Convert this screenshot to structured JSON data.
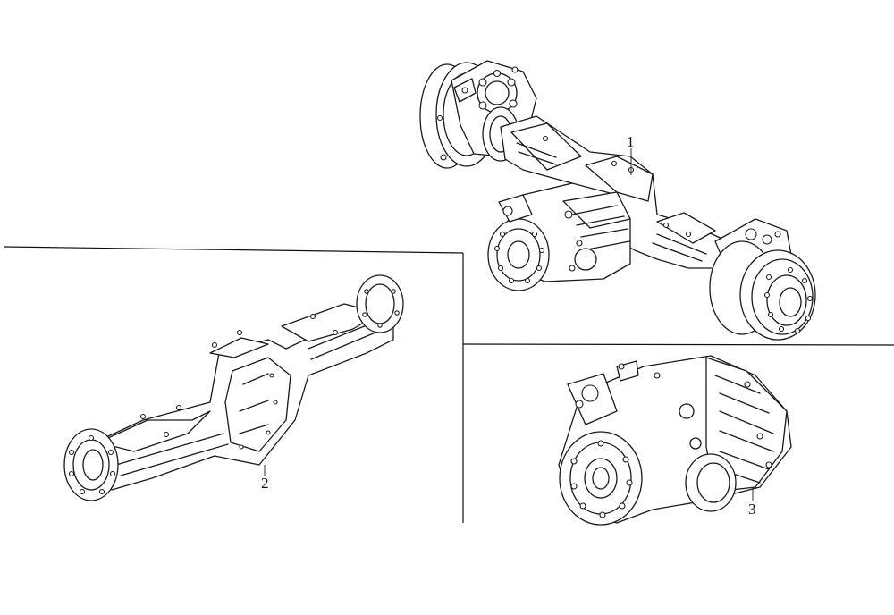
{
  "callouts": {
    "assembly": "1",
    "axle_housing": "2",
    "differential": "3"
  },
  "colors": {
    "line": "#1a1a1a",
    "background": "#ffffff"
  }
}
